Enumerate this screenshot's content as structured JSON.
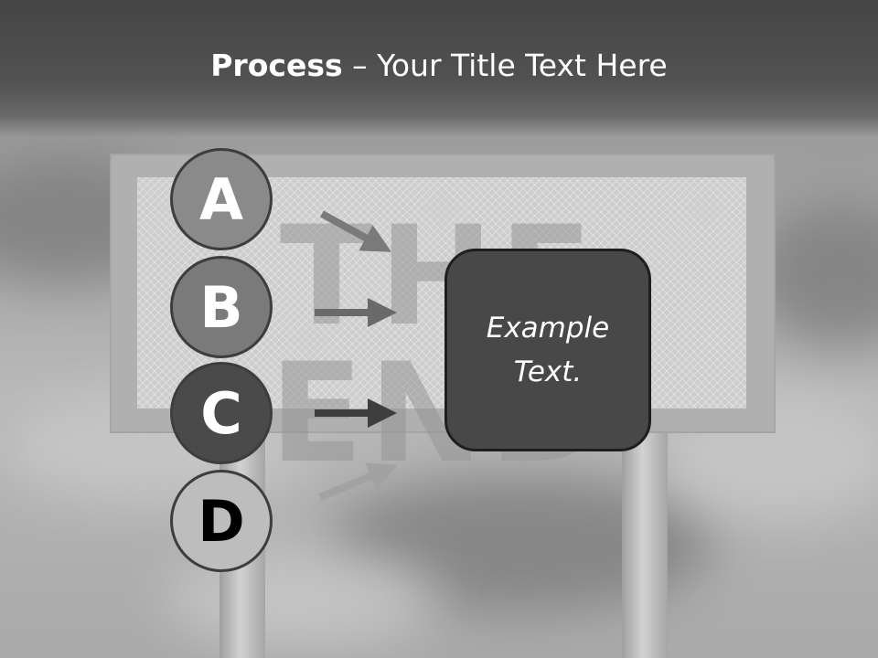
{
  "slide": {
    "title_bold": "Process",
    "title_rest": " – Your Title Text Here",
    "background_sign_text": "THE END"
  },
  "steps": [
    {
      "letter": "A",
      "color": "#8a8a8a"
    },
    {
      "letter": "B",
      "color": "#7a7a7a"
    },
    {
      "letter": "C",
      "color": "#4a4a4a"
    },
    {
      "letter": "D",
      "color": "#bdbdbd"
    }
  ],
  "example_box": {
    "line1": "Example",
    "line2": "Text.",
    "color": "#484848"
  }
}
